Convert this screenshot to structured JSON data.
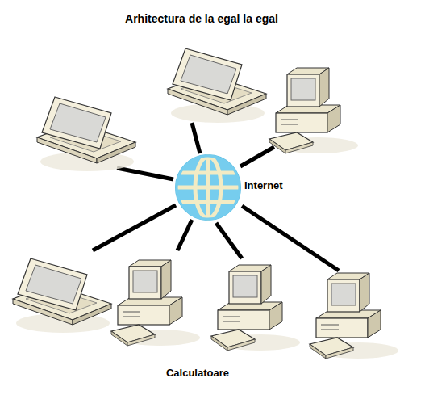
{
  "diagram": {
    "title": "Arhitectura de la egal la egal",
    "caption": "Calculatoare",
    "labels": [
      "Internet"
    ]
  }
}
